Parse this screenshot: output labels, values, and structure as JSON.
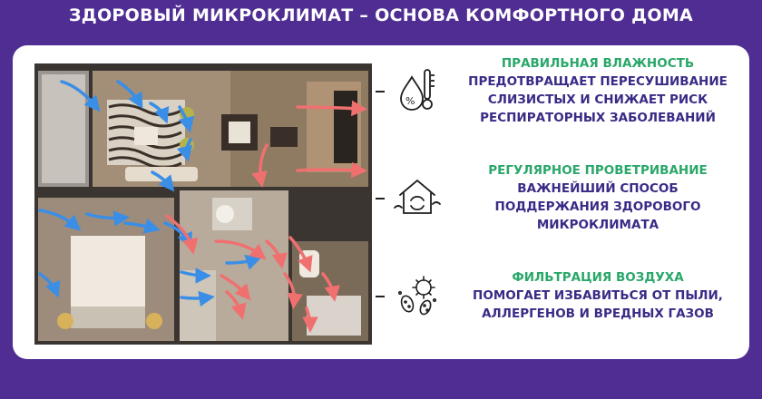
{
  "header": {
    "title": "ЗДОРОВЫЙ МИКРОКЛИМАТ – ОСНОВА КОМФОРТНОГО ДОМА"
  },
  "features": [
    {
      "icon": "humidity-thermometer-icon",
      "heading": "ПРАВИЛЬНАЯ ВЛАЖНОСТЬ",
      "lines": [
        "ПРЕДОТВРАЩАЕТ ПЕРЕСУШИВАНИЕ",
        "СЛИЗИСТЫХ И СНИЖАЕТ РИСК",
        "РЕСПИРАТОРНЫХ ЗАБОЛЕВАНИЙ"
      ]
    },
    {
      "icon": "house-airflow-icon",
      "heading": "РЕГУЛЯРНОЕ ПРОВЕТРИВАНИЕ",
      "lines": [
        "ВАЖНЕЙШИЙ СПОСОБ",
        "ПОДДЕРЖАНИЯ ЗДОРОВОГО",
        "МИКРОКЛИМАТА"
      ]
    },
    {
      "icon": "virus-filter-icon",
      "heading": "ФИЛЬТРАЦИЯ ВОЗДУХА",
      "lines": [
        "ПОМОГАЕТ ИЗБАВИТЬСЯ ОТ ПЫЛИ,",
        "АЛЛЕРГЕНОВ И ВРЕДНЫХ ГАЗОВ"
      ]
    }
  ],
  "colors": {
    "background": "#4f2d93",
    "heading": "#2aa76a",
    "body_text": "#3b2a86",
    "cold_air": "#3a8ee6",
    "warm_air": "#f07070"
  }
}
